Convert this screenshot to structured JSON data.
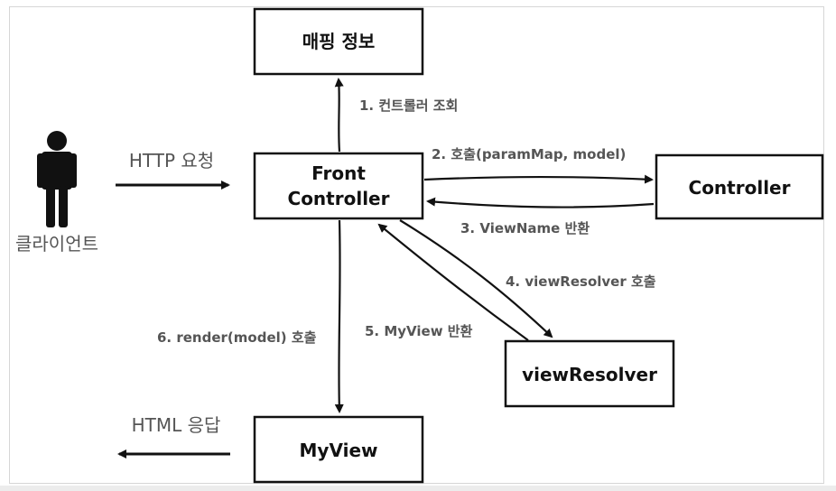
{
  "nodes": {
    "mapping": "매핑 정보",
    "front_line1": "Front",
    "front_line2": "Controller",
    "controller": "Controller",
    "view_resolver": "viewResolver",
    "myview": "MyView"
  },
  "actor": {
    "label": "클라이언트",
    "icon": "person-icon"
  },
  "edges": {
    "http_request": "HTTP 요청",
    "html_response": "HTML 응답",
    "step1": "1. 컨트롤러 조회",
    "step2": "2. 호출(paramMap, model)",
    "step3": "3. ViewName 반환",
    "step4": "4. viewResolver 호출",
    "step5": "5. MyView 반환",
    "step6": "6. render(model) 호출"
  },
  "colors": {
    "line": "#111111",
    "label": "#555555"
  }
}
